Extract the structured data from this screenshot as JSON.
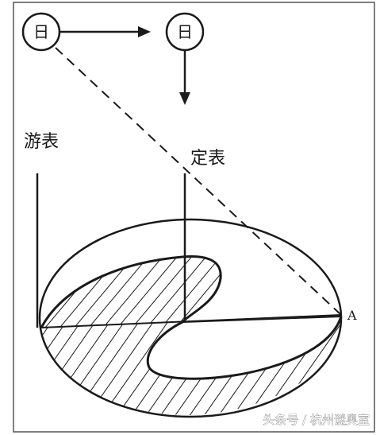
{
  "labels": {
    "sun_left": "日",
    "sun_right": "日",
    "moving_pointer": "游表",
    "fixed_pointer": "定表",
    "point_a": "A"
  },
  "watermark": {
    "text": "头条号 / 杭州谜奥室"
  },
  "colors": {
    "ink": "#1a1a1a",
    "paper": "#ffffff",
    "frame": "#555555"
  }
}
